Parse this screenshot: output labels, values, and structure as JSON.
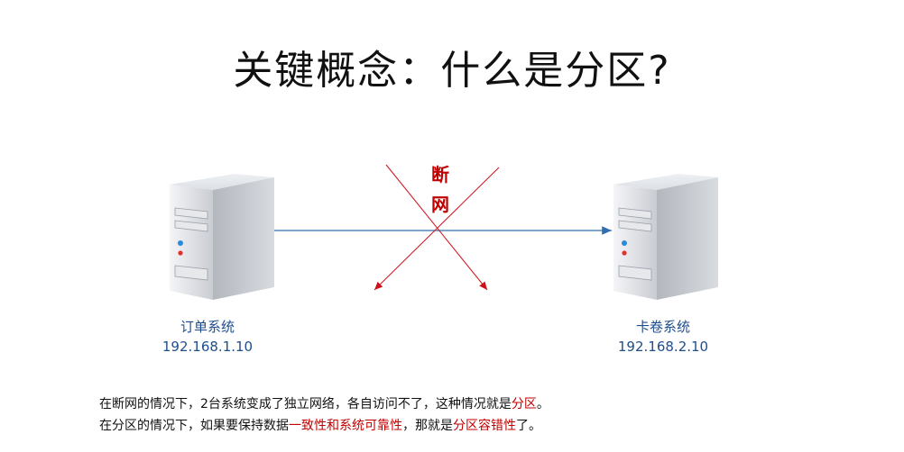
{
  "title": "关键概念：什么是分区?",
  "left_server": {
    "name": "订单系统",
    "ip": "192.168.1.10"
  },
  "right_server": {
    "name": "卡卷系统",
    "ip": "192.168.2.10"
  },
  "cut_label": {
    "char1": "断",
    "char2": "网"
  },
  "description": {
    "line1": {
      "text": "在断网的情况下，2台系统变成了独立网络，各自访问不了，这种情况就是",
      "highlight": "分区",
      "end": "。"
    },
    "line2": {
      "text_a": "在分区的情况下，如果要保持数据",
      "highlight_a": "一致性和系统可靠性",
      "text_b": "，那就是",
      "highlight_b": "分区容错性",
      "end": "了。"
    }
  },
  "colors": {
    "link": "#2f6fb0",
    "cut": "#d0101a",
    "label": "#1f4e8c",
    "highlight": "#c00000"
  }
}
